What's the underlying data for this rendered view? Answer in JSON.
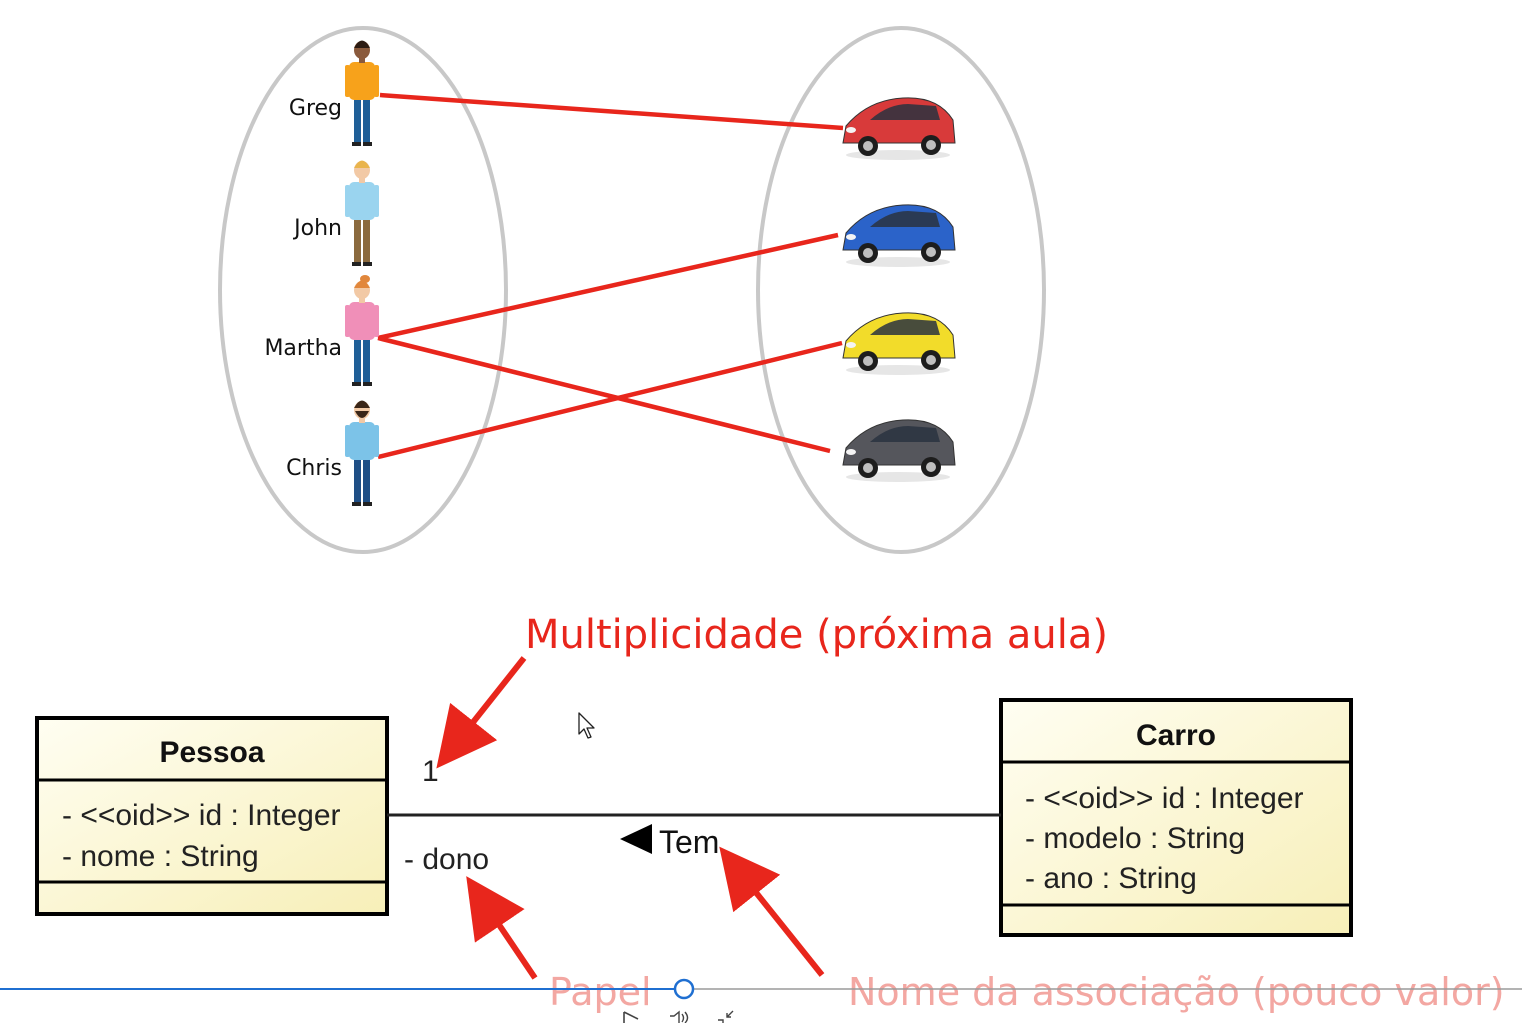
{
  "diagram": {
    "people": [
      {
        "name": "Greg",
        "shirt": "#f7a21b",
        "pants": "#1f5f98",
        "hair": "#2b1b12",
        "skin": "#8a5a3c"
      },
      {
        "name": "John",
        "shirt": "#9ad4ef",
        "pants": "#8b6a3e",
        "hair": "#e9b44c",
        "skin": "#f2c9a5"
      },
      {
        "name": "Martha",
        "shirt": "#f08fb8",
        "pants": "#1f5f98",
        "hair": "#e1873c",
        "skin": "#f2c9a5"
      },
      {
        "name": "Chris",
        "shirt": "#7cc3e8",
        "pants": "#1f4f86",
        "hair": "#3a2618",
        "skin": "#f2c9a5"
      }
    ],
    "cars": [
      {
        "color": "#d83a3a",
        "name": "red-car"
      },
      {
        "color": "#2b63c9",
        "name": "blue-van"
      },
      {
        "color": "#f2dc2a",
        "name": "yellow-car"
      },
      {
        "color": "#55565c",
        "name": "dark-sports-car"
      }
    ],
    "links": [
      {
        "from": 0,
        "to": 0
      },
      {
        "from": 2,
        "to": 1
      },
      {
        "from": 2,
        "to": 3
      },
      {
        "from": 3,
        "to": 2
      }
    ],
    "link_color": "#e8261c",
    "ellipse_color": "#c8c8c8"
  },
  "uml": {
    "class_left": {
      "name": "Pessoa",
      "attributes": [
        "- <<oid>> id : Integer",
        "- nome : String"
      ]
    },
    "class_right": {
      "name": "Carro",
      "attributes": [
        "- <<oid>> id : Integer",
        "- modelo : String",
        "- ano : String"
      ]
    },
    "multiplicity": "1",
    "role": "- dono",
    "association_name": "Tem",
    "class_fill": "#fbf6d2"
  },
  "annotations": {
    "multiplicity_label": "Multiplicidade (próxima aula)",
    "role_label": "Papel",
    "association_label": "Nome da associação (pouco valor)",
    "color": "#e8261c"
  },
  "player": {
    "play_icon": "play-icon",
    "volume_icon": "volume-icon",
    "fullscreen_icon": "exit-fullscreen-icon",
    "progress_color": "#1f6fd1"
  }
}
